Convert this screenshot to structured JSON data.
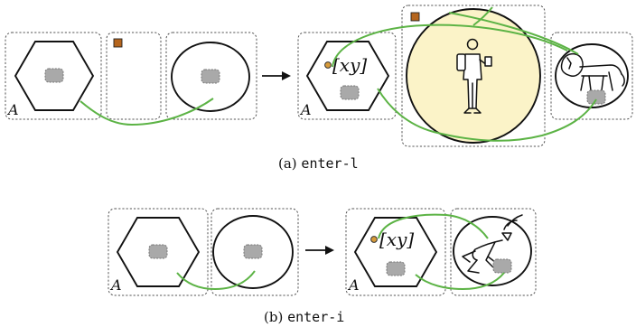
{
  "figure": {
    "panel_a": {
      "caption_prefix": "(a) ",
      "caption_code": "enter-l",
      "box_label": "A",
      "point_label": "[xy]",
      "arrow": "→"
    },
    "panel_b": {
      "caption_prefix": "(b) ",
      "caption_code": "enter-i",
      "box_label": "A",
      "point_label": "[xy]",
      "arrow": "→"
    }
  },
  "colors": {
    "edge": "#5cb345",
    "highlight_fill": "#fbf3c8",
    "marker": "#b5651d",
    "point": "#d79b3a",
    "slot": "#a9a9a9"
  },
  "icons": [
    "person-icon",
    "lion-icon",
    "gazelle-icon"
  ]
}
